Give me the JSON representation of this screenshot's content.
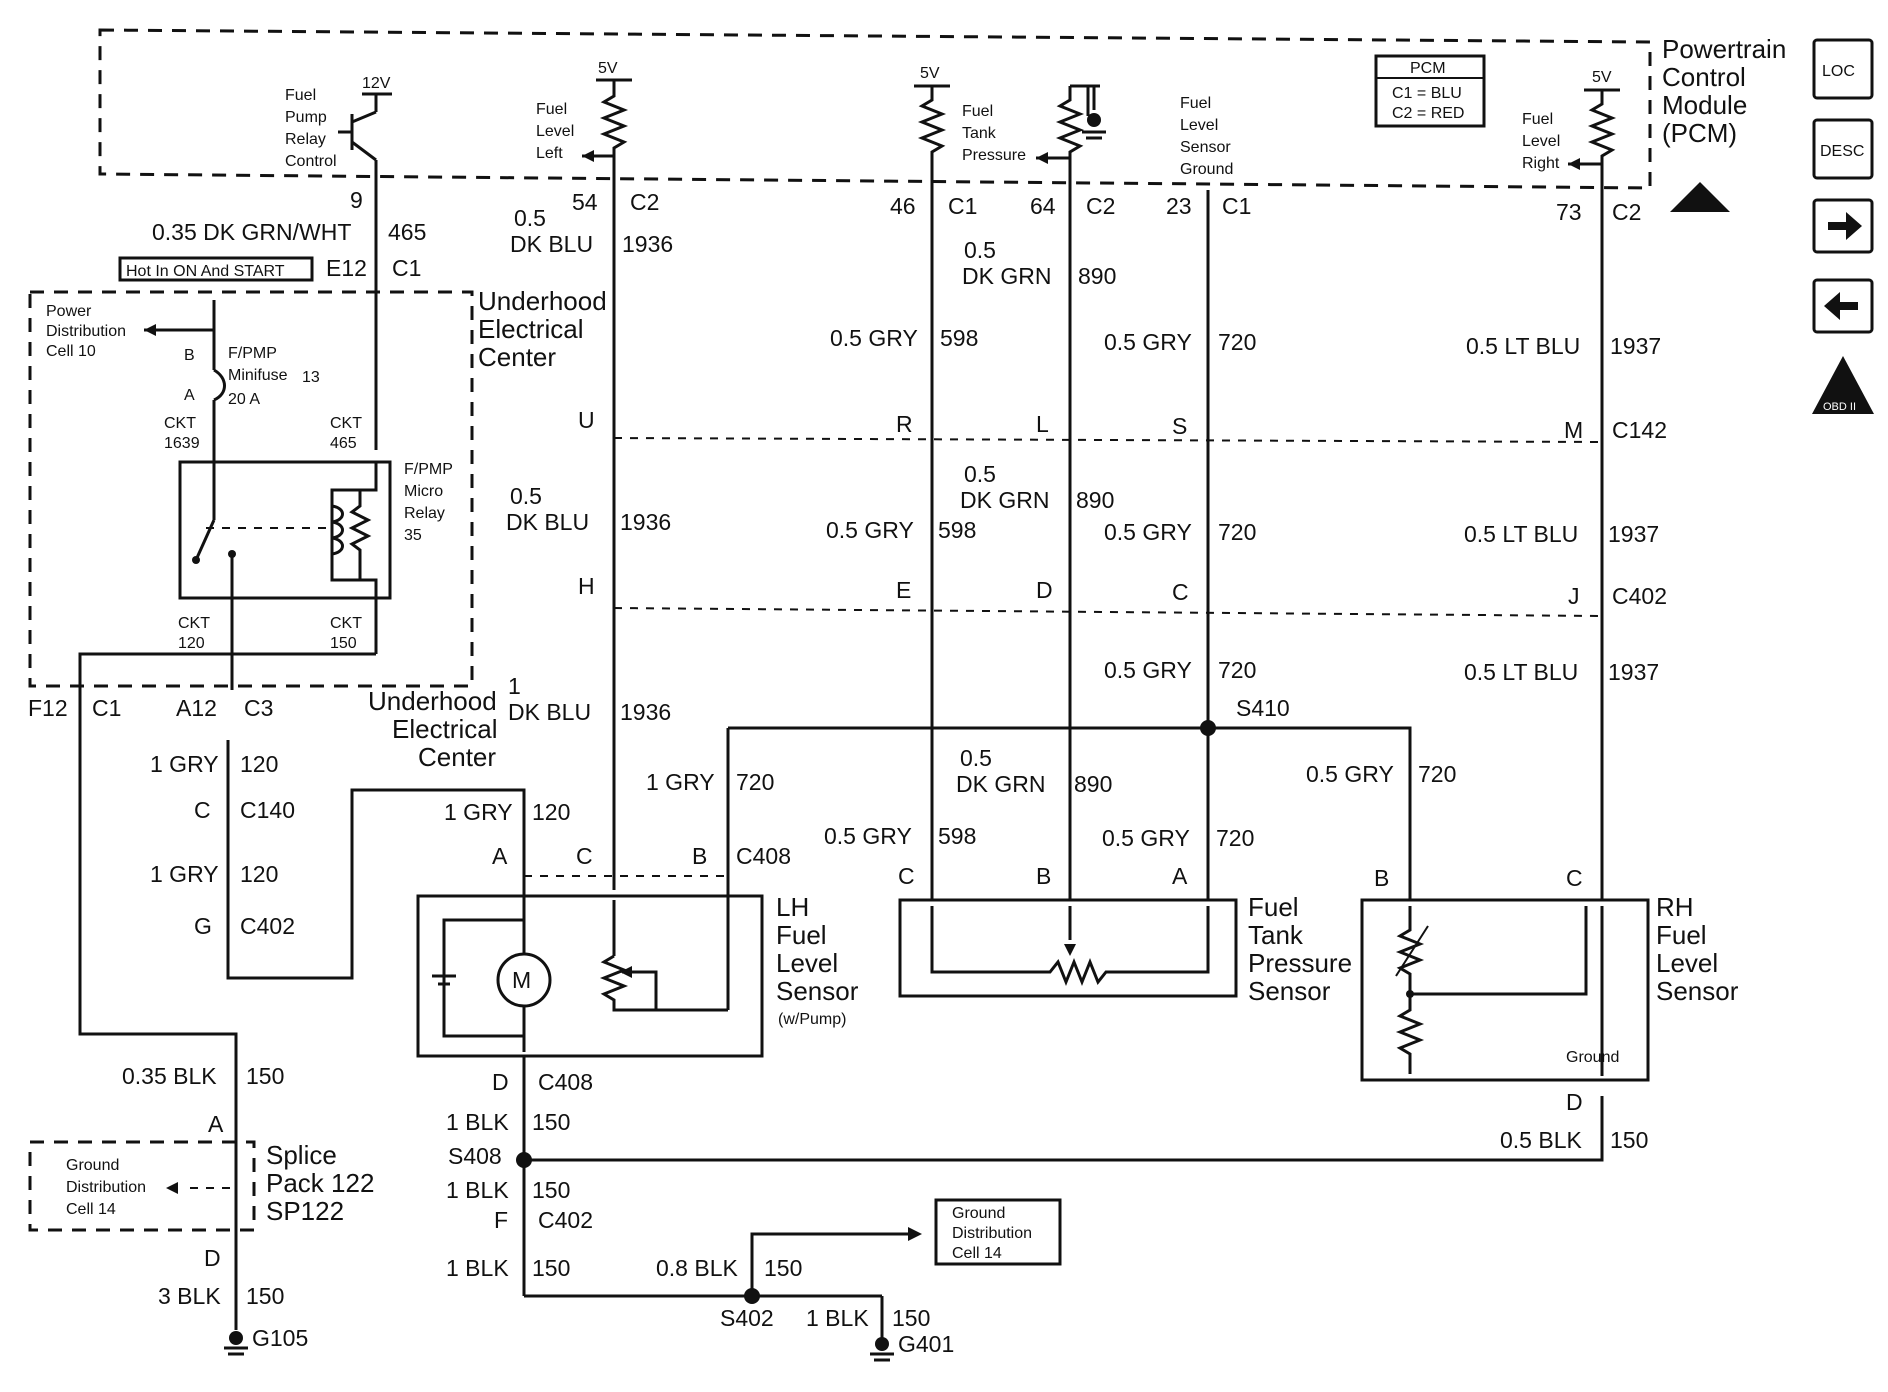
{
  "pcm": {
    "title_lines": [
      "Powertrain",
      "Control",
      "Module",
      "(PCM)"
    ],
    "legend_title": "PCM",
    "legend_c1": "C1 = BLU",
    "legend_c2": "C2 = RED",
    "relay_ctrl_lines": [
      "Fuel",
      "Pump",
      "Relay",
      "Control"
    ],
    "volt_12": "12V",
    "volt_5": "5V",
    "level_left_lines": [
      "Fuel",
      "Level",
      "Left"
    ],
    "tank_pressure_lines": [
      "Fuel",
      "Tank",
      "Pressure"
    ],
    "sensor_ground_lines": [
      "Fuel",
      "Level",
      "Sensor",
      "Ground"
    ],
    "level_right_lines": [
      "Fuel",
      "Level",
      "Right"
    ]
  },
  "pins": [
    {
      "pin": "9",
      "conn": ""
    },
    {
      "pin": "54",
      "conn": "C2"
    },
    {
      "pin": "46",
      "conn": "C1"
    },
    {
      "pin": "64",
      "conn": "C2"
    },
    {
      "pin": "23",
      "conn": "C1"
    },
    {
      "pin": "73",
      "conn": "C2"
    }
  ],
  "wires": {
    "w465": {
      "gauge": "0.35 DK GRN/WHT",
      "circuit": "465"
    },
    "w1936": {
      "gauge_lines": [
        "0.5",
        "DK BLU"
      ],
      "circuit": "1936"
    },
    "w1936b": {
      "gauge_lines": [
        "1",
        "DK BLU"
      ],
      "circuit": "1936"
    },
    "w890": {
      "gauge_lines": [
        "0.5",
        "DK GRN"
      ],
      "circuit": "890"
    },
    "w598": {
      "gauge": "0.5 GRY",
      "circuit": "598"
    },
    "w720": {
      "gauge": "0.5 GRY",
      "circuit": "720"
    },
    "w720b": {
      "gauge": "1 GRY",
      "circuit": "720"
    },
    "w1937": {
      "gauge": "0.5 LT BLU",
      "circuit": "1937"
    },
    "w120": {
      "gauge": "1 GRY",
      "circuit": "120"
    },
    "w150a": {
      "gauge": "0.35 BLK",
      "circuit": "150"
    },
    "w150b": {
      "gauge": "3 BLK",
      "circuit": "150"
    },
    "w150c": {
      "gauge": "1 BLK",
      "circuit": "150"
    },
    "w150d": {
      "gauge": "0.8 BLK",
      "circuit": "150"
    },
    "w150e": {
      "gauge": "0.5 BLK",
      "circuit": "150"
    }
  },
  "uec": {
    "hot_label": "Hot In ON And START",
    "e12": "E12",
    "c1": "C1",
    "title_lines": [
      "Underhood",
      "Electrical",
      "Center"
    ],
    "pdc_lines": [
      "Power",
      "Distribution",
      "Cell 10"
    ],
    "fuse_lines": [
      "F/PMP",
      "Minifuse",
      "20 A"
    ],
    "fuse_num": "13",
    "b": "B",
    "a": "A",
    "ckt1639": [
      "CKT",
      "1639"
    ],
    "ckt465": [
      "CKT",
      "465"
    ],
    "relay_lines": [
      "F/PMP",
      "Micro",
      "Relay",
      "35"
    ],
    "ckt120": [
      "CKT",
      "120"
    ],
    "ckt150": [
      "CKT",
      "150"
    ],
    "f12": "F12",
    "f12c": "C1",
    "a12": "A12",
    "c3": "C3"
  },
  "connectors": {
    "c142": "C142",
    "c402": "C402",
    "c140": "C140",
    "c408": "C408",
    "U": "U",
    "R": "R",
    "L": "L",
    "S": "S",
    "M": "M",
    "H": "H",
    "E": "E",
    "D": "D",
    "C": "C",
    "J": "J",
    "A": "A",
    "B": "B",
    "F": "F",
    "G": "G"
  },
  "splices": {
    "s410": "S410",
    "s408": "S408",
    "s402": "S402"
  },
  "grounds": {
    "g105": "G105",
    "g401": "G401"
  },
  "components": {
    "lh_lines": [
      "LH",
      "Fuel",
      "Level",
      "Sensor"
    ],
    "lh_note": "(w/Pump)",
    "motor": "M",
    "tank_lines": [
      "Fuel",
      "Tank",
      "Pressure",
      "Sensor"
    ],
    "rh_lines": [
      "RH",
      "Fuel",
      "Level",
      "Sensor"
    ],
    "rh_ground": "Ground",
    "splice_pack_lines": [
      "Splice",
      "Pack 122",
      "SP122"
    ],
    "gnd_dist_lines": [
      "Ground",
      "Distribution",
      "Cell 14"
    ]
  },
  "nav": {
    "loc": "LOC",
    "desc": "DESC",
    "obd": "OBD II"
  }
}
